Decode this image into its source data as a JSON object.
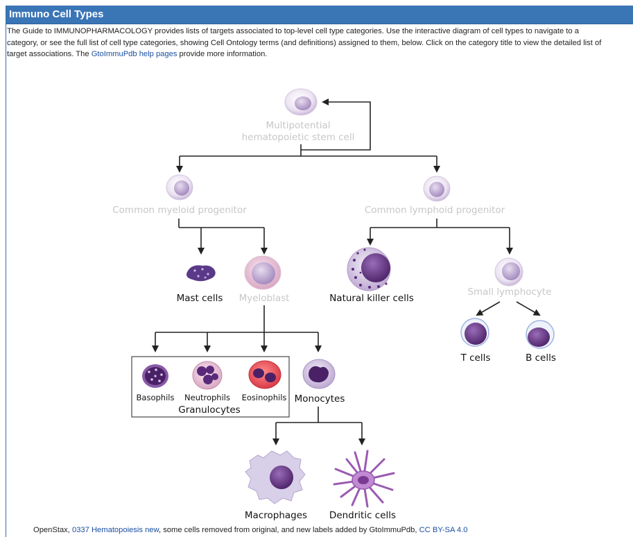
{
  "header": {
    "title": "Immuno Cell Types"
  },
  "intro": {
    "line1": "The Guide to IMMUNOPHARMACOLOGY provides lists of targets associated to top-level cell type categories. Use the interactive diagram of cell types to navigate to a",
    "line2": "category, or see the full list of cell type categories, showing Cell Ontology terms (and definitions) assigned to them, below. Click on the category title to view the detailed list of",
    "line3_pre": "target associations. The ",
    "help_link": "GtoImmuPdb help pages",
    "line3_post": " provide more information."
  },
  "diagram": {
    "stem_cell_1": "Multipotential",
    "stem_cell_2": "hematopoietic stem cell",
    "myeloid_progenitor": "Common myeloid progenitor",
    "lymphoid_progenitor": "Common lymphoid progenitor",
    "mast_cells": "Mast cells",
    "myeloblast": "Myeloblast",
    "natural_killer": "Natural killer cells",
    "small_lymphocyte": "Small lymphocyte",
    "t_cells": "T cells",
    "b_cells": "B cells",
    "basophils": "Basophils",
    "neutrophils": "Neutrophils",
    "eosinophils": "Eosinophils",
    "granulocytes": "Granulocytes",
    "monocytes": "Monocytes",
    "macrophages": "Macrophages",
    "dendritic_cells": "Dendritic cells"
  },
  "footer": {
    "pre": "OpenStax, ",
    "source_link": "0337 Hematopoiesis new",
    "mid": ", some cells removed from original, and new labels added by GtoImmuPdb, ",
    "license_link": "CC BY-SA 4.0"
  },
  "colors": {
    "header_bg": "#3a75b6",
    "link": "#1a4fa0",
    "cell_purple": "#8a5aa6",
    "cell_light": "#e6dcef",
    "eosinophil_red": "#e04a55"
  }
}
